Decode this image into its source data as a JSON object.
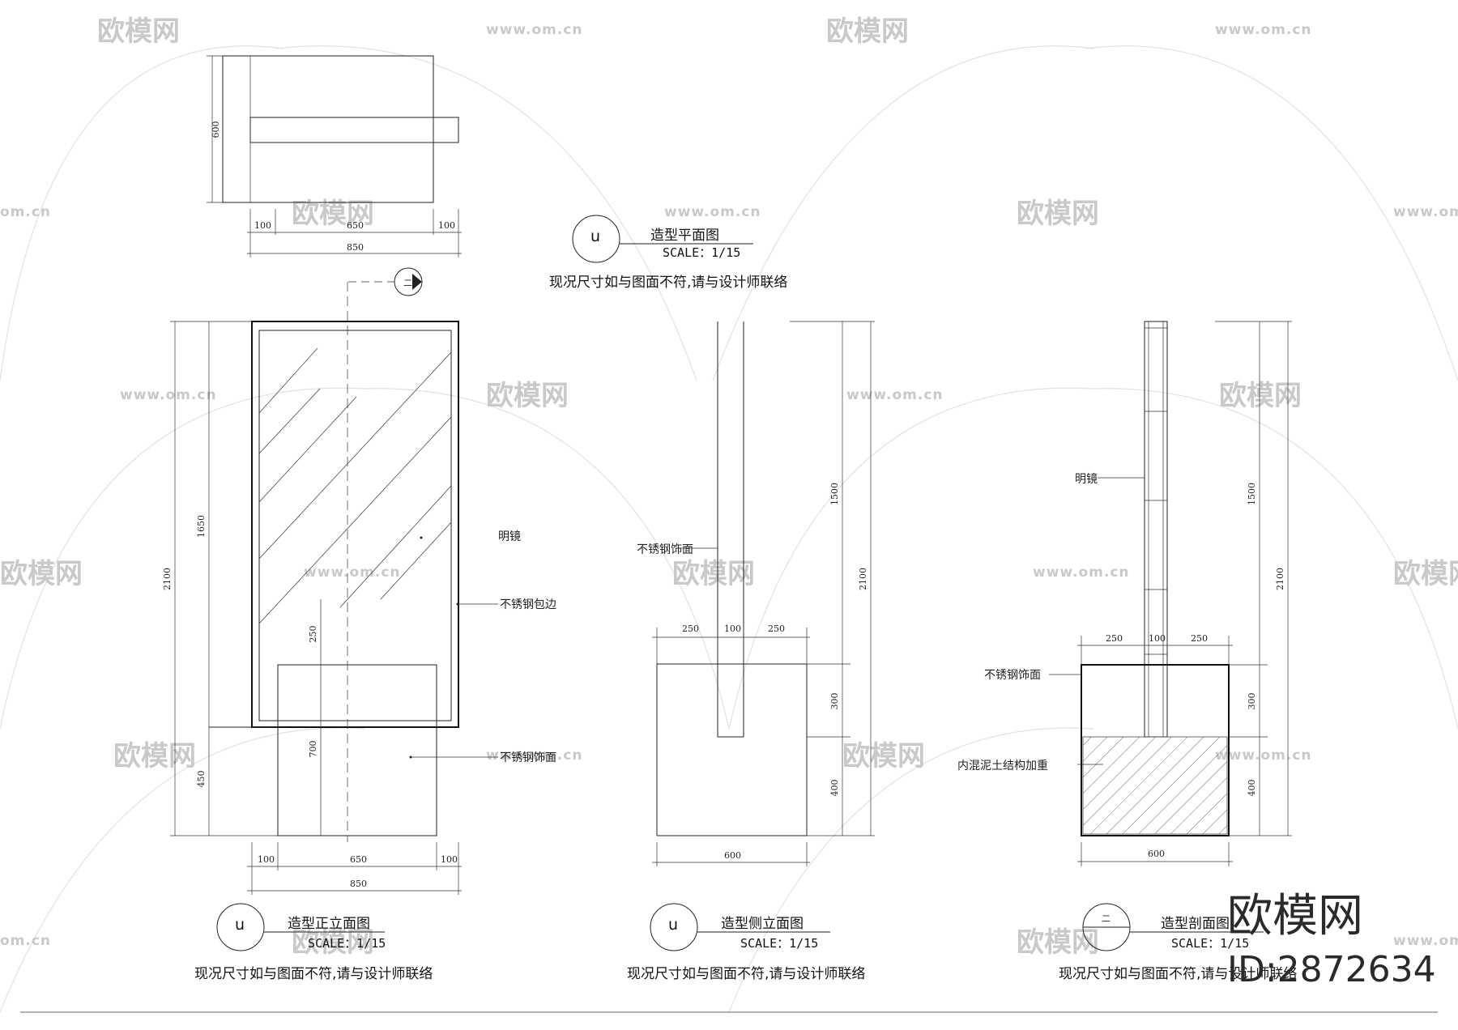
{
  "watermark": {
    "brand_cn": "欧模网",
    "url": "www.om.cn",
    "url_partial": "om.cn",
    "cn_partial": "欧模网"
  },
  "brand": {
    "name": "欧模网",
    "id": "ID:2872634"
  },
  "views": {
    "plan": {
      "marker": "u",
      "title": "造型平面图",
      "scale": "SCALE：1/15",
      "note": "现况尺寸如与图面不符,请与设计师联络",
      "dims": {
        "depth": "600",
        "left": "100",
        "mid": "650",
        "right": "100",
        "total": "850"
      },
      "section_marker": "二"
    },
    "front": {
      "marker": "u",
      "title": "造型正立面图",
      "scale": "SCALE：1/15",
      "note": "现况尺寸如与图面不符,请与设计师联络",
      "dims": {
        "total_h": "2100",
        "upper_h": "1650",
        "base_h": "450",
        "inner_250": "250",
        "inner_700": "700",
        "left": "100",
        "mid": "650",
        "right": "100",
        "total_w": "850"
      },
      "labels": {
        "mirror": "明镜",
        "edge": "不锈钢包边",
        "finish": "不锈钢饰面"
      }
    },
    "side": {
      "marker": "u",
      "title": "造型侧立面图",
      "scale": "SCALE：1/15",
      "note": "现况尺寸如与图面不符,请与设计师联络",
      "dims": {
        "w_left": "250",
        "w_mid": "100",
        "w_right": "250",
        "h_upper": "1500",
        "h_total": "2100",
        "h_300": "300",
        "h_400": "400",
        "w_total": "600"
      },
      "labels": {
        "finish": "不锈钢饰面"
      }
    },
    "section": {
      "marker": "二",
      "title": "造型剖面图",
      "scale": "SCALE：1/15",
      "note": "现况尺寸如与图面不符,请与设计师联络",
      "dims": {
        "w_left": "250",
        "w_mid": "100",
        "w_right": "250",
        "h_upper": "1500",
        "h_total": "2100",
        "h_300": "300",
        "h_400": "400",
        "w_total": "600"
      },
      "labels": {
        "mirror": "明镜",
        "finish": "不锈钢饰面",
        "concrete": "内混泥土结构加重"
      }
    }
  }
}
